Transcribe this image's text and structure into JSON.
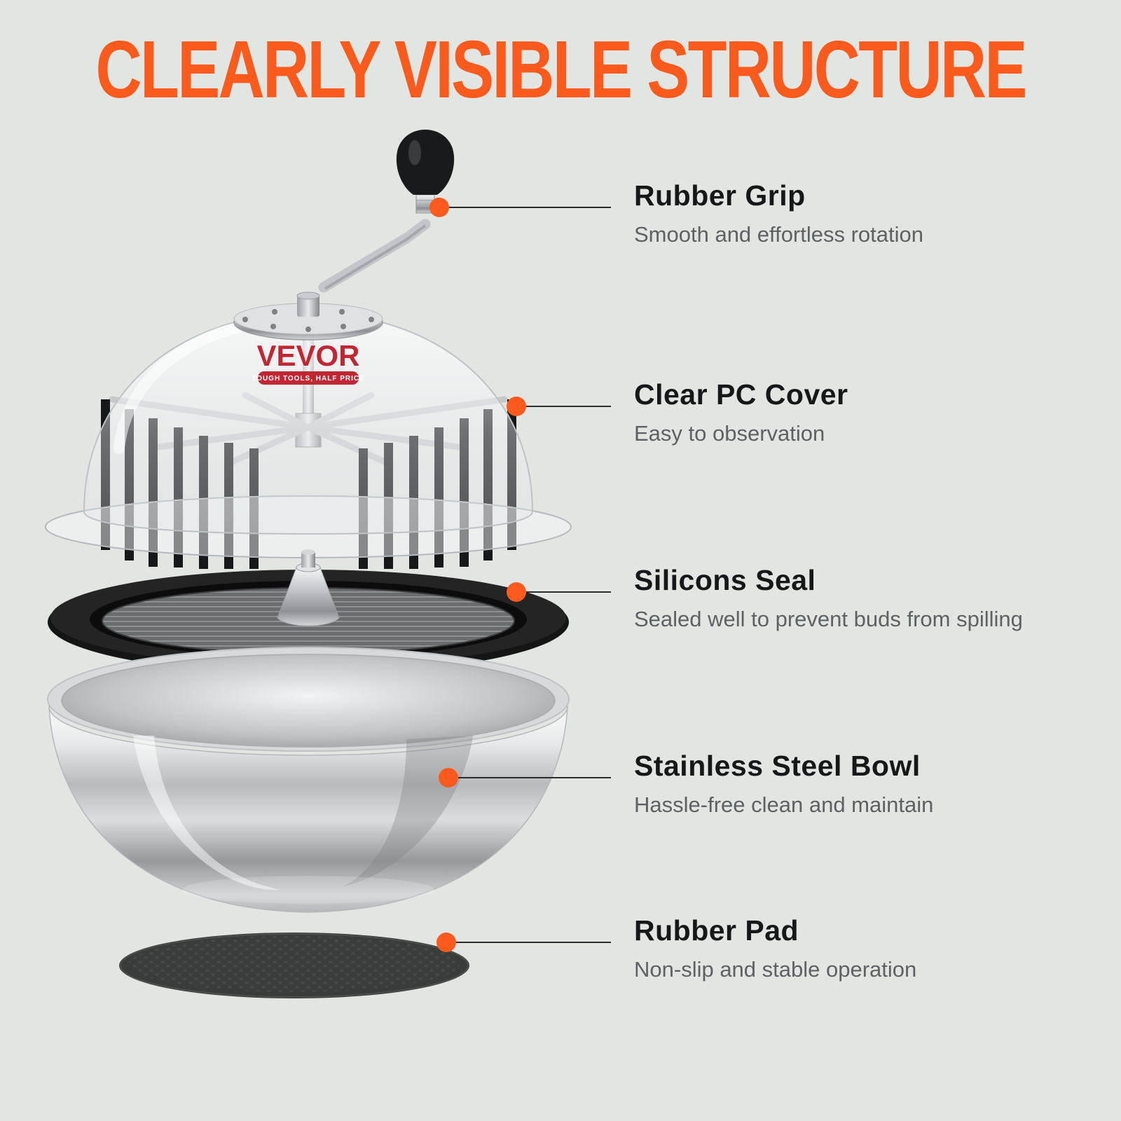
{
  "title": "CLEARLY VISIBLE STRUCTURE",
  "brand": {
    "name": "VEVOR",
    "tagline": "TOUGH TOOLS, HALF PRICE"
  },
  "callouts": [
    {
      "title": "Rubber Grip",
      "desc": "Smooth and effortless rotation"
    },
    {
      "title": "Clear PC Cover",
      "desc": "Easy to observation"
    },
    {
      "title": "Silicons Seal",
      "desc": "Sealed well to prevent buds from spilling"
    },
    {
      "title": "Stainless Steel Bowl",
      "desc": "Hassle-free clean and maintain"
    },
    {
      "title": "Rubber Pad",
      "desc": "Non-slip and stable operation"
    }
  ],
  "colors": {
    "accent": "#ff5a1e",
    "background": "#e2e6e3",
    "heading": "#fb5a1d"
  }
}
